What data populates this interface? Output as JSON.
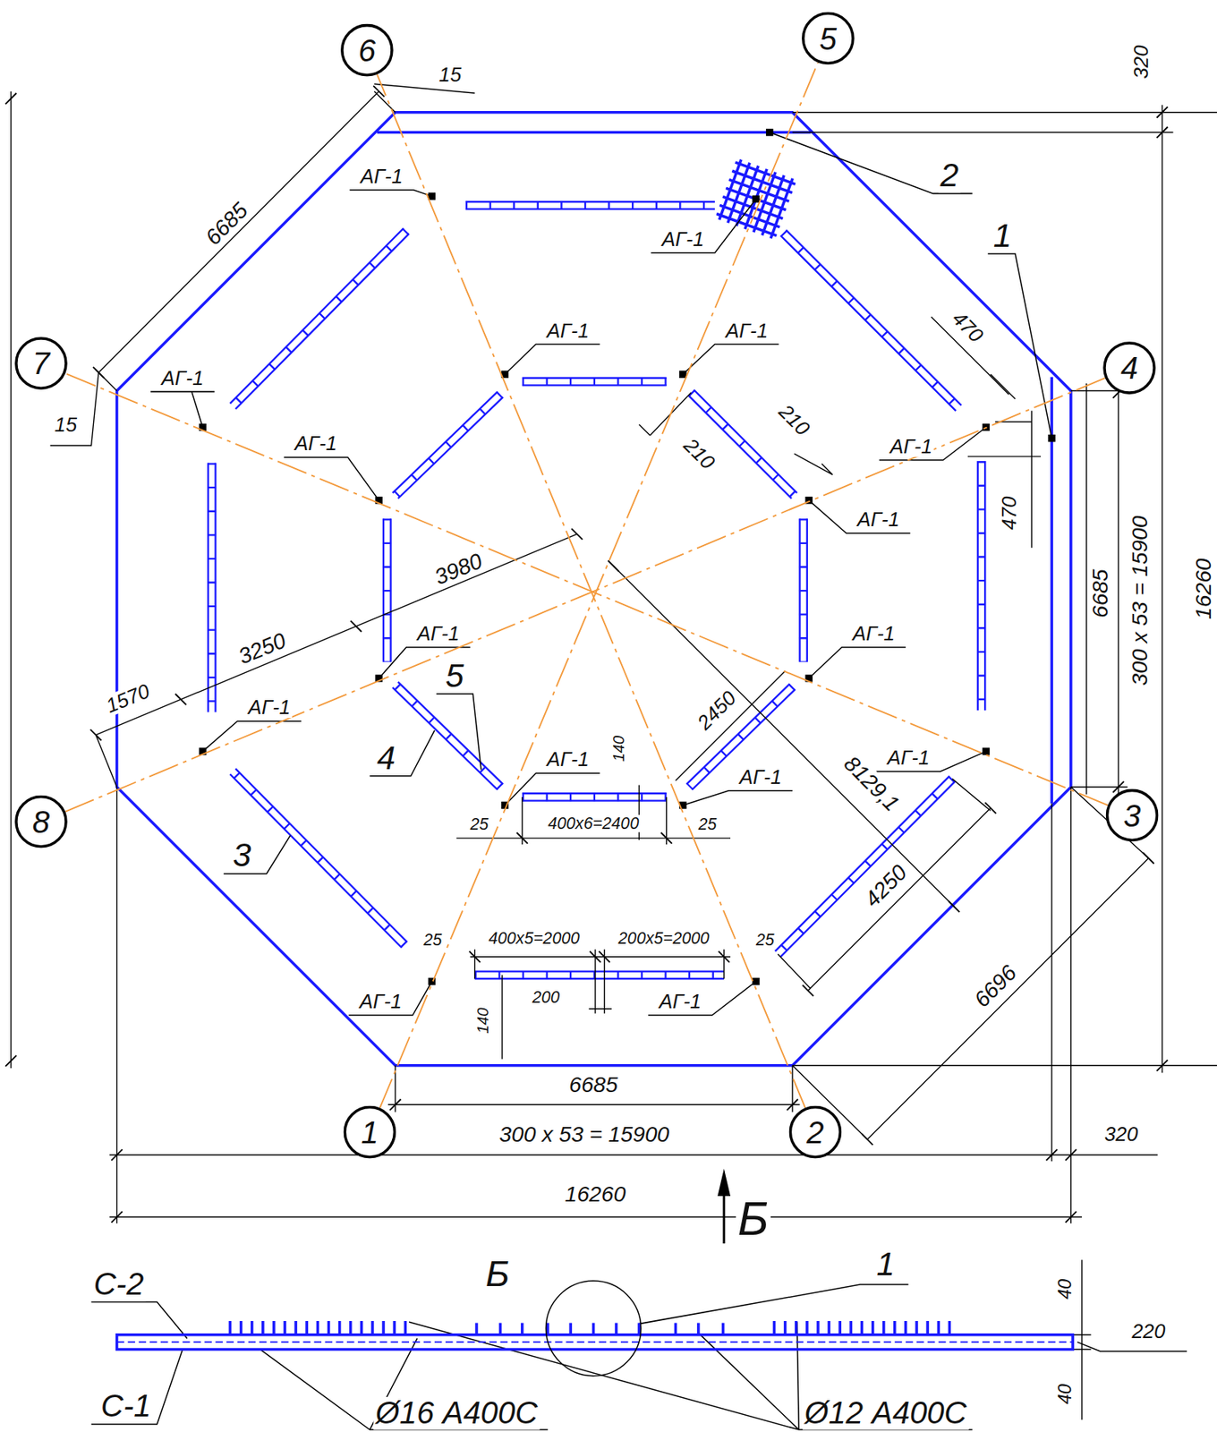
{
  "diagram": {
    "nodes": [
      {
        "text": [
          "6"
        ]
      },
      {
        "text": [
          "5"
        ]
      },
      {
        "text": [
          "7"
        ]
      },
      {
        "text": [
          "4"
        ]
      },
      {
        "text": [
          "8"
        ]
      },
      {
        "text": [
          "3"
        ]
      },
      {
        "text": [
          "1"
        ]
      },
      {
        "text": [
          "2"
        ]
      }
    ],
    "edges": [
      {
        "from": 6,
        "to": 1,
        "arrow": "none"
      },
      {
        "from": 7,
        "to": 0,
        "arrow": "none"
      },
      {
        "from": 5,
        "to": 2,
        "arrow": "none"
      },
      {
        "from": 3,
        "to": 4,
        "arrow": "none"
      }
    ],
    "labels": [
      "15",
      "320",
      "6685",
      "АГ-1",
      "2",
      "АГ-1",
      "1",
      "470",
      "АГ-1",
      "АГ-1",
      "АГ-1",
      "15",
      "210",
      "210",
      "АГ-1",
      "АГ-1",
      "470",
      "АГ-1",
      "3980",
      "6685",
      "300 х 53 = 15900",
      "16260",
      "3250",
      "АГ-1",
      "АГ-1",
      "1570",
      "АГ-1",
      "5",
      "2450",
      "4",
      "АГ-1",
      "140",
      "АГ-1",
      "8129,1",
      "3",
      "АГ-1",
      "25",
      "400х6=2400",
      "25",
      "4250",
      "25",
      "400х5=2000",
      "200х5=2000",
      "25",
      "200",
      "140",
      "6696",
      "АГ-1",
      "АГ-1",
      "6685",
      "300 х 53 = 15900",
      "320",
      "16260",
      "Б",
      "Б",
      "1",
      "С-2",
      "40",
      "220",
      "40",
      "С-1",
      "Ø16 А400С",
      "Ø12 А400С"
    ]
  }
}
